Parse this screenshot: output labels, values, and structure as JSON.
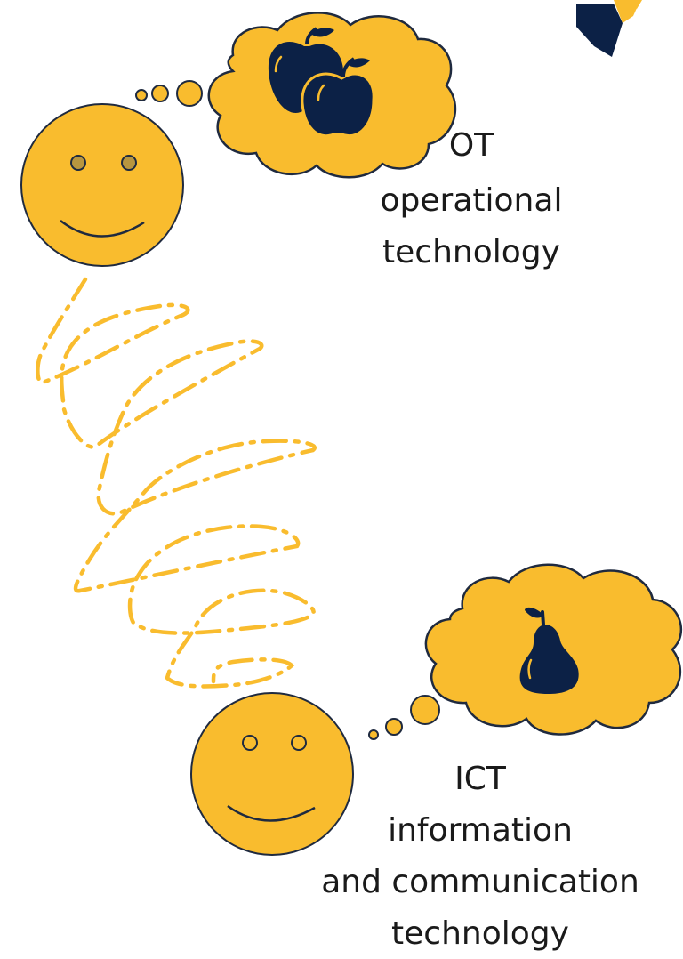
{
  "colors": {
    "yellow": "#F9BC2E",
    "navy": "#0C2146",
    "outline": "#1F2A3F",
    "text": "#1a1a1a"
  },
  "top_person": {
    "thought_icon": "apples-icon",
    "label_lines": [
      "OT",
      "operational",
      "technology"
    ]
  },
  "bottom_person": {
    "thought_icon": "pear-icon",
    "label_lines": [
      "ICT",
      "information",
      "and communication",
      "technology"
    ]
  },
  "corner_logo": "logo-fragment"
}
